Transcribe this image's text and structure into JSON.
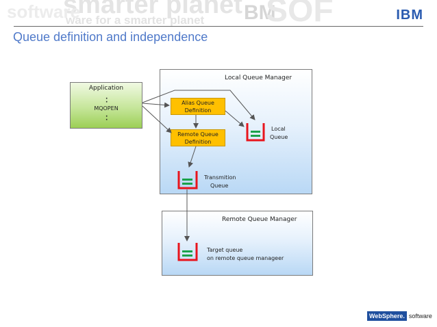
{
  "banner": {
    "watermark_words": [
      "smarter planet",
      "ware for a smarter planet",
      "BM",
      "SOF",
      "software"
    ],
    "brand": "IBM"
  },
  "title": "Queue definition and independence",
  "diagram": {
    "application": {
      "title": "Application",
      "call": "MQOPEN"
    },
    "local_qm": {
      "title": "Local Queue Manager",
      "alias_def": [
        "Alias Queue",
        "Definition"
      ],
      "remote_def": [
        "Remote Queue",
        "Definition"
      ],
      "local_queue": [
        "Local",
        "Queue"
      ],
      "transmission_queue": [
        "Transmition",
        "Queue"
      ]
    },
    "remote_qm": {
      "title": "Remote Queue Manager",
      "target_queue": [
        "Target queue",
        "on remote queue manageer"
      ]
    }
  },
  "footer": {
    "brand": "WebSphere.",
    "suffix": "software"
  },
  "colors": {
    "title": "#4f79c9",
    "definition_box": "#ffc000",
    "queue_red": "#e8141c",
    "queue_green": "#1aa24a",
    "application_green": "#9ccf55",
    "qm_blue": "#b9d8f5",
    "ibm_blue": "#2a5bb0"
  }
}
